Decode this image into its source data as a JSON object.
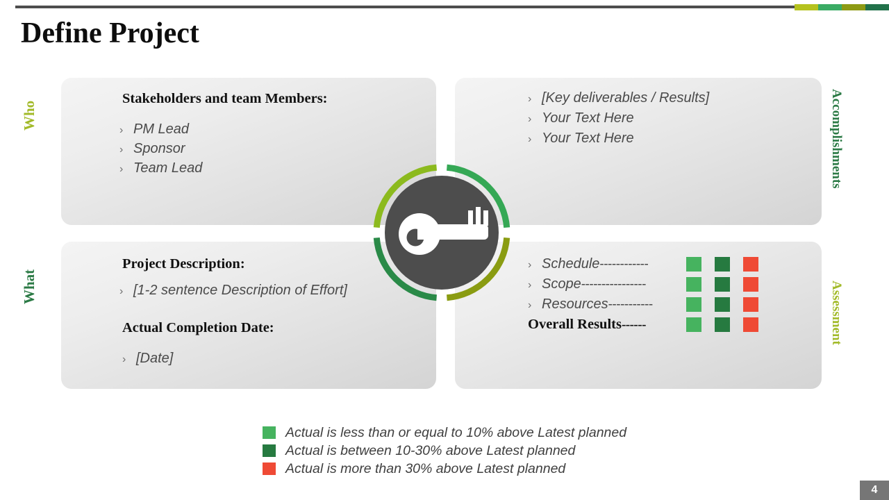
{
  "header": {
    "title": "Define Project",
    "rule_color": "#4d4d4d",
    "chips": [
      {
        "name": "chip-yellow-green",
        "color": "#b5c21e"
      },
      {
        "name": "chip-green",
        "color": "#3aab64"
      },
      {
        "name": "chip-olive",
        "color": "#8d9a14"
      },
      {
        "name": "chip-dark-green",
        "color": "#21714a"
      }
    ]
  },
  "side_labels": {
    "who": "Who",
    "what": "What",
    "accomplishments": "Accomplishments",
    "assessment": "Assessment",
    "who_color": "#a2ba29",
    "what_color": "#2b7a45",
    "accomplishments_color": "#2b7a45",
    "assessment_color": "#a2ba29"
  },
  "who_panel": {
    "heading": "Stakeholders and team Members:",
    "items": [
      {
        "chevron": "›",
        "text": "PM Lead"
      },
      {
        "chevron": "›",
        "text": "Sponsor"
      },
      {
        "chevron": "›",
        "text": "Team Lead"
      }
    ]
  },
  "accomplishments_panel": {
    "items": [
      {
        "chevron": "›",
        "text": "[Key deliverables / Results]"
      },
      {
        "chevron": "›",
        "text": "Your Text Here"
      },
      {
        "chevron": "›",
        "text": "Your Text Here"
      }
    ]
  },
  "what_panel": {
    "description_heading": "Project Description:",
    "description_items": [
      {
        "chevron": "›",
        "text": "[1-2 sentence Description of Effort]"
      }
    ],
    "date_heading": "Actual Completion Date:",
    "date_items": [
      {
        "chevron": "›",
        "text": "[Date]"
      }
    ]
  },
  "assessment_panel": {
    "rows": [
      {
        "chevron": "›",
        "label": "Schedule",
        "dashes": "------------",
        "bold": false
      },
      {
        "chevron": "›",
        "label": "Scope",
        "dashes": "----------------",
        "bold": false
      },
      {
        "chevron": "›",
        "label": "Resources",
        "dashes": "-----------",
        "bold": false
      },
      {
        "chevron": "",
        "label": "Overall Results",
        "dashes": "------",
        "bold": true
      }
    ],
    "swatch_colors": [
      "#46b35f",
      "#267a40",
      "#ef4a35"
    ]
  },
  "key_emblem": {
    "name": "key-icon",
    "circle_color": "#4d4d4d",
    "key_color": "#ffffff",
    "arc_top_left": "#8cba1e",
    "arc_top_right": "#35a855",
    "arc_bottom_right": "#8a9c12",
    "arc_bottom_left": "#2a8a48"
  },
  "legend": {
    "items": [
      {
        "color": "#46b35f",
        "text": "Actual is less than or equal to 10% above Latest planned"
      },
      {
        "color": "#267a40",
        "text": "Actual is between 10-30% above Latest planned"
      },
      {
        "color": "#ef4a35",
        "text": "Actual is more than 30% above Latest planned"
      }
    ]
  },
  "footer": {
    "page_number": "4",
    "badge_color": "#767676"
  }
}
